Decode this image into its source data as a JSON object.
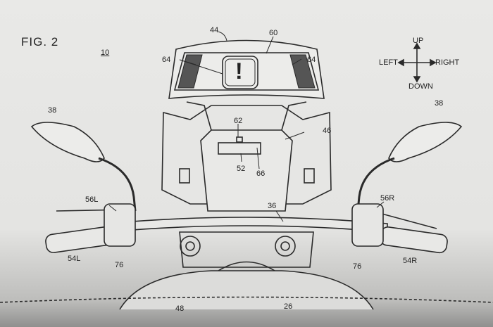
{
  "figure_title": "FIG. 2",
  "assembly_ref": "10",
  "direction_legend": {
    "up": "UP",
    "down": "DOWN",
    "left": "LEFT",
    "right": "RIGHT"
  },
  "warning_symbol": "!",
  "labels": {
    "windscreen": "44",
    "display": "60",
    "indicator_left": "64",
    "indicator_right": "64",
    "mirror_left": "38",
    "mirror_right": "38",
    "projector": "62",
    "cowl": "46",
    "meter": "52",
    "reflector": "66",
    "switch_left": "56L",
    "switch_right": "56R",
    "handlebar": "36",
    "grip_left": "54L",
    "grip_right": "54R",
    "switch_button_left": "76",
    "switch_button_right": "76",
    "fuel_tank": "48",
    "steering_stem": "26"
  }
}
